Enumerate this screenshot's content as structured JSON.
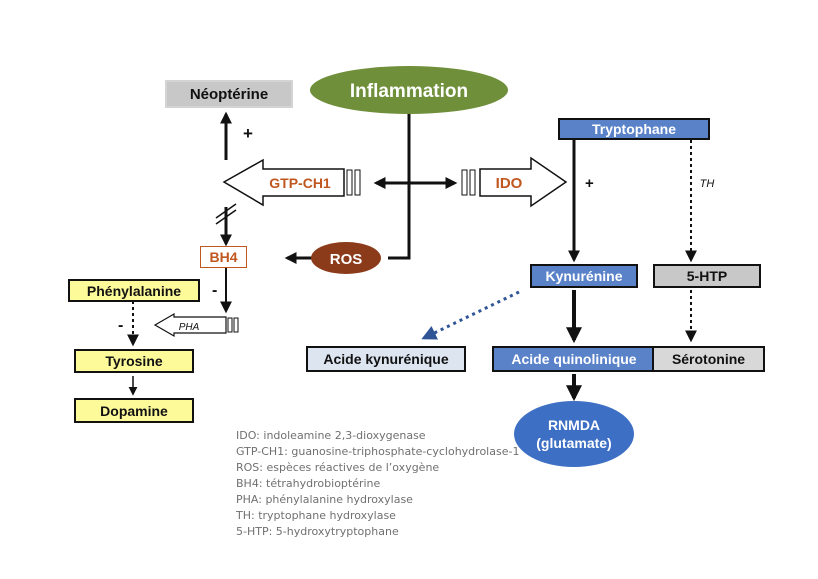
{
  "nodes": {
    "inflammation": "Inflammation",
    "neopterine": "Néoptérine",
    "gtp_ch1": "GTP-CH1",
    "ido": "IDO",
    "bh4": "BH4",
    "ros": "ROS",
    "phenylalanine": "Phénylalanine",
    "pha": "PHA",
    "tyrosine": "Tyrosine",
    "dopamine": "Dopamine",
    "tryptophane": "Tryptophane",
    "th": "TH",
    "kynurenine": "Kynurénine",
    "hydroxytryptophan": "5-HTP",
    "acide_kynurenique": "Acide kynurénique",
    "acide_quinolinique": "Acide quinolinique",
    "serotonine": "Sérotonine",
    "rnmda_line1": "RNMDA",
    "rnmda_line2": "(glutamate)"
  },
  "signs": {
    "neopterine_plus": "+",
    "kynurenine_plus": "+",
    "phenylalanine_minus": "-",
    "tyrosine_minus": "-"
  },
  "legend": [
    "IDO: indoleamine 2,3-dioxygenase",
    "GTP-CH1: guanosine-triphosphate-cyclohydrolase-1",
    "ROS: espèces réactives de l’oxygène",
    "BH4: tétrahydrobioptérine",
    "PHA: phénylalanine hydroxylase",
    "TH: tryptophane hydroxylase",
    "5-HTP: 5-hydroxytryptophane"
  ],
  "colors": {
    "inflammation_fill": "#6f8f3a",
    "ros_fill": "#8b3a1a",
    "enzyme_text": "#c0571f",
    "blue_box": "#5a82c8",
    "light_blue_box": "#dde5f1",
    "yellow_box": "#fdfa9a",
    "grey_box": "#c8c8c8",
    "rnmda_fill": "#3d6fc4"
  }
}
